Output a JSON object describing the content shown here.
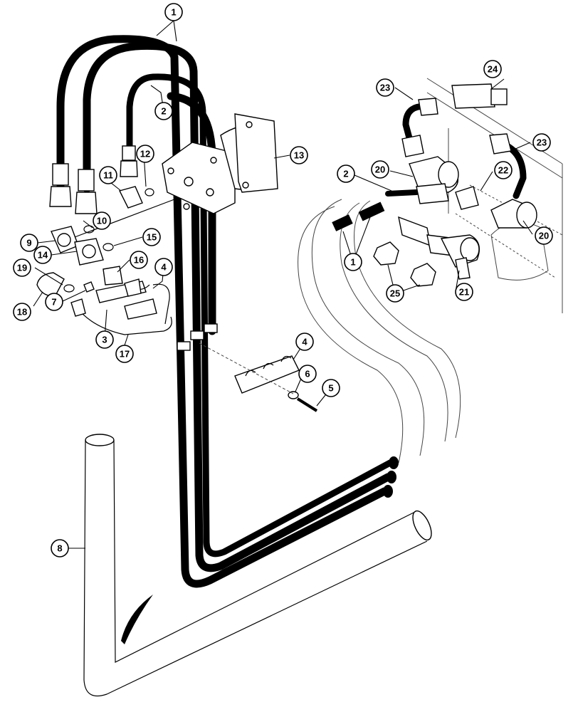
{
  "diagram": {
    "callouts": [
      {
        "id": "c1a",
        "label": "1"
      },
      {
        "id": "c1b",
        "label": "1"
      },
      {
        "id": "c2a",
        "label": "2"
      },
      {
        "id": "c2b",
        "label": "2"
      },
      {
        "id": "c3",
        "label": "3"
      },
      {
        "id": "c4a",
        "label": "4"
      },
      {
        "id": "c4b",
        "label": "4"
      },
      {
        "id": "c5",
        "label": "5"
      },
      {
        "id": "c6",
        "label": "6"
      },
      {
        "id": "c7",
        "label": "7"
      },
      {
        "id": "c8",
        "label": "8"
      },
      {
        "id": "c9",
        "label": "9"
      },
      {
        "id": "c10",
        "label": "10"
      },
      {
        "id": "c11",
        "label": "11"
      },
      {
        "id": "c12",
        "label": "12"
      },
      {
        "id": "c13",
        "label": "13"
      },
      {
        "id": "c14",
        "label": "14"
      },
      {
        "id": "c15",
        "label": "15"
      },
      {
        "id": "c16",
        "label": "16"
      },
      {
        "id": "c17",
        "label": "17"
      },
      {
        "id": "c18",
        "label": "18"
      },
      {
        "id": "c19",
        "label": "19"
      },
      {
        "id": "c20a",
        "label": "20"
      },
      {
        "id": "c20b",
        "label": "20"
      },
      {
        "id": "c21",
        "label": "21"
      },
      {
        "id": "c22",
        "label": "22"
      },
      {
        "id": "c23a",
        "label": "23"
      },
      {
        "id": "c23b",
        "label": "23"
      },
      {
        "id": "c24",
        "label": "24"
      },
      {
        "id": "c25",
        "label": "25"
      }
    ]
  }
}
